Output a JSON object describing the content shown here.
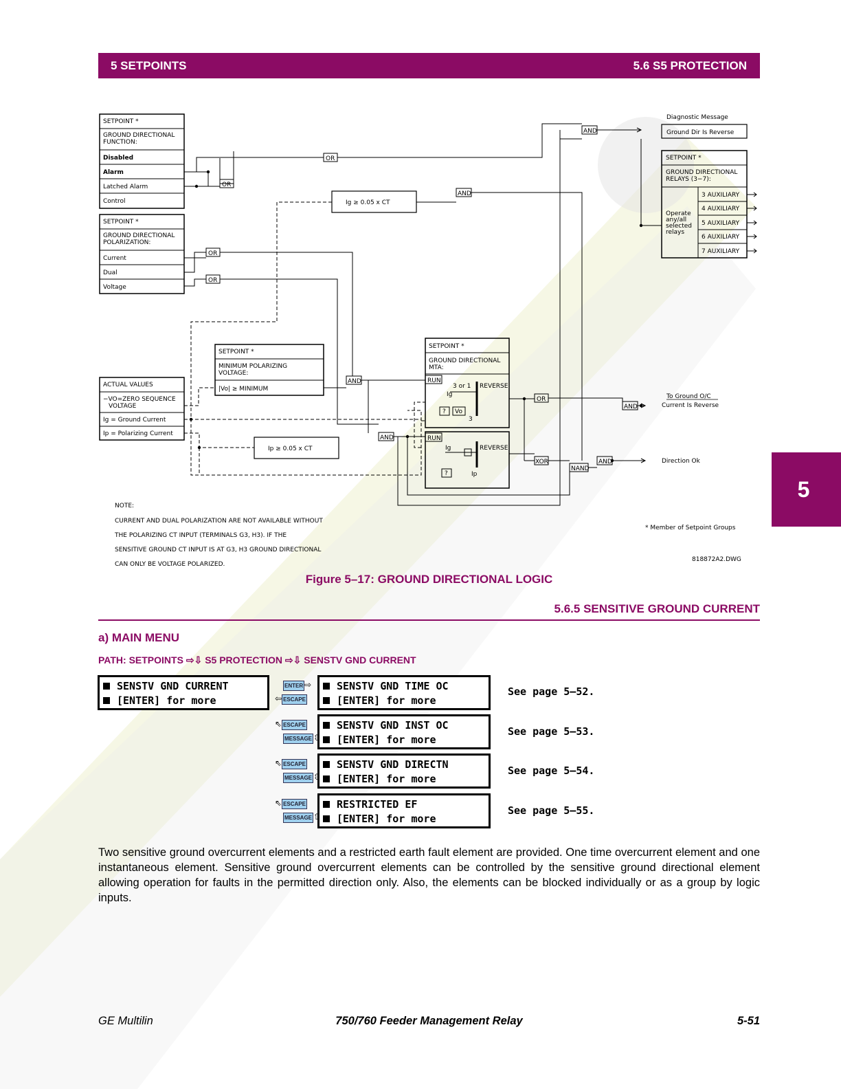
{
  "header": {
    "left": "5 SETPOINTS",
    "right": "5.6 S5 PROTECTION"
  },
  "side_tab": "5",
  "figure": {
    "caption": "Figure 5–17: GROUND DIRECTIONAL LOGIC",
    "drawing_id": "818872A2.DWG",
    "labels": {
      "setpoint": "SETPOINT *",
      "gd_function": [
        "GROUND DIRECTIONAL",
        "FUNCTION:"
      ],
      "function_options": [
        "Disabled",
        "Alarm",
        "Latched Alarm",
        "Control"
      ],
      "gd_polarization": [
        "GROUND DIRECTIONAL",
        "POLARIZATION:"
      ],
      "polarization_options": [
        "Current",
        "Dual",
        "Voltage"
      ],
      "min_polarizing": [
        "MINIMUM POLARIZING",
        "VOLTAGE:"
      ],
      "vo_min": "|Vo| ≥ MINIMUM",
      "actual_values": "ACTUAL VALUES",
      "av_rows": [
        "−VO=ZERO SEQUENCE",
        "VOLTAGE",
        "Ig = Ground Current",
        "Ip = Polarizing Current"
      ],
      "ig_cmp": "Ig ≥ 0.05 x CT",
      "ip_cmp": "Ip ≥ 0.05 x CT",
      "gd_mta": [
        "GROUND DIRECTIONAL",
        "MTA:"
      ],
      "run": "RUN",
      "reverse": "REVERSE",
      "diag_message": "Diagnostic Message",
      "gd_reverse": "Ground Dir Is Reverse",
      "gd_relays": [
        "GROUND DIRECTIONAL",
        "RELAYS (3−7):"
      ],
      "operate": [
        "Operate",
        "any/all",
        "selected",
        "relays"
      ],
      "relays": [
        "3 AUXILIARY",
        "4 AUXILIARY",
        "5 AUXILIARY",
        "6 AUXILIARY",
        "7 AUXILIARY"
      ],
      "to_ground": "To Ground O/C",
      "current_reverse": "Current Is Reverse",
      "direction_ok": "Direction Ok",
      "gates": {
        "or": "OR",
        "and": "AND",
        "xor": "XOR",
        "nand": "NAND"
      },
      "member": "* Member of Setpoint Groups",
      "note_title": "NOTE:",
      "note_lines": [
        "CURRENT AND DUAL POLARIZATION ARE NOT AVAILABLE WITHOUT",
        "THE POLARIZING CT INPUT (TERMINALS G3, H3). IF THE",
        "SENSITIVE GROUND CT INPUT IS AT G3, H3 GROUND DIRECTIONAL",
        "CAN ONLY BE VOLTAGE POLARIZED."
      ],
      "phasor": {
        "q": "?",
        "vo": "Vo",
        "ig": "Ig",
        "ip": "Ip",
        "n3or1": "3 or 1",
        "n3": "3"
      }
    }
  },
  "section": "5.6.5 SENSITIVE GROUND CURRENT",
  "subsection": "a) MAIN MENU",
  "path": {
    "prefix": "PATH: SETPOINTS",
    "arrows": "⇨⇩",
    "p2": "S5 PROTECTION",
    "p3": "SENSTV GND CURRENT"
  },
  "menu": {
    "main": [
      "SENSTV GND CURRENT",
      "[ENTER] for more"
    ],
    "keys": {
      "enter": "ENTER",
      "escape": "ESCAPE",
      "message": "MESSAGE"
    },
    "items": [
      {
        "line1": "SENSTV GND TIME OC",
        "line2": "[ENTER] for more",
        "see": "See page 5–52."
      },
      {
        "line1": "SENSTV GND INST OC",
        "line2": "[ENTER] for more",
        "see": "See page 5–53."
      },
      {
        "line1": "SENSTV GND DIRECTN",
        "line2": "[ENTER] for more",
        "see": "See page 5–54."
      },
      {
        "line1": "RESTRICTED EF",
        "line2": "[ENTER] for more",
        "see": "See page 5–55."
      }
    ]
  },
  "paragraph": "Two sensitive ground overcurrent elements and a restricted earth fault element are provided. One time overcurrent element and one instantaneous element. Sensitive ground overcurrent elements can be controlled by the sensitive ground directional element allowing operation for faults in the permitted direction only. Also, the elements can be blocked individually or as a group by logic inputs.",
  "footer": {
    "left": "GE Multilin",
    "center": "750/760 Feeder Management Relay",
    "right": "5-51"
  }
}
